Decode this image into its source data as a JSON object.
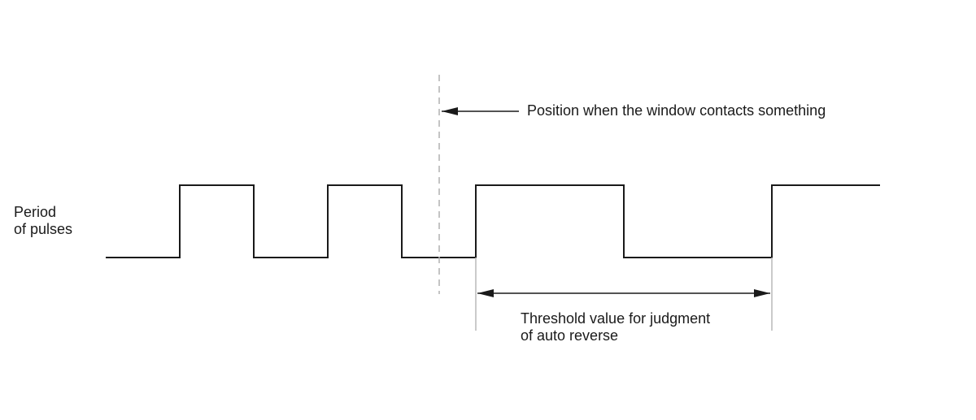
{
  "labels": {
    "period_line1": "Period",
    "period_line2": "of pulses",
    "contact_position": "Position when the window contacts something",
    "threshold_line1": "Threshold value for judgment",
    "threshold_line2": "of auto reverse"
  },
  "colors": {
    "line": "#1a1a1a",
    "dashed_marker": "#b0b0b0",
    "background": "#ffffff"
  }
}
